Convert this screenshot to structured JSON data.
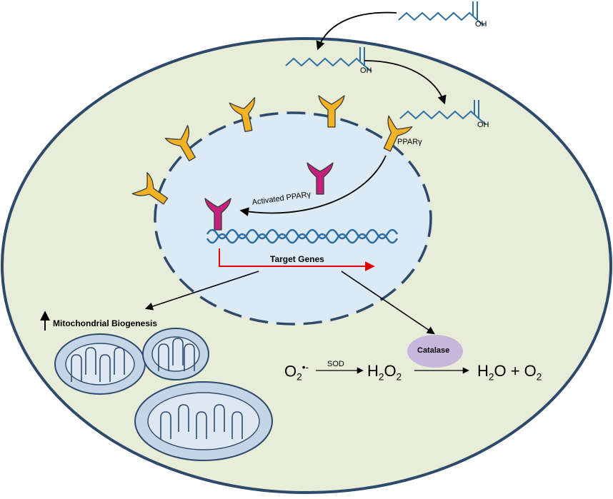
{
  "labels": {
    "oh": "OH",
    "ppar": "PPARγ",
    "activated_ppar": "Activated PPARγ",
    "target_genes": "Target Genes",
    "mito_biogenesis": "Mitochondrial  Biogenesis",
    "catalase": "Catalase",
    "sod": "SOD"
  },
  "equation": {
    "superoxide_base": "O",
    "superoxide_sub": "2",
    "superoxide_sup": "•-",
    "h2o2_a": "H",
    "h2o2_sub1": "2",
    "h2o2_b": "O",
    "h2o2_sub2": "2",
    "products_a": "H",
    "products_sub1": "2",
    "products_b": "O + O",
    "products_sub2": "2"
  },
  "colors": {
    "cell_fill": "#e7edd9",
    "nucleus_fill": "#dbeaf4",
    "outline": "#2e4a6b",
    "receptor_inactive": "#f2b225",
    "receptor_active": "#c2237a",
    "dna": "#2e6fa3",
    "target_arrow": "#e00000",
    "catalase_fill": "#c9b6dc",
    "mito_fill": "#c3d5e6"
  }
}
